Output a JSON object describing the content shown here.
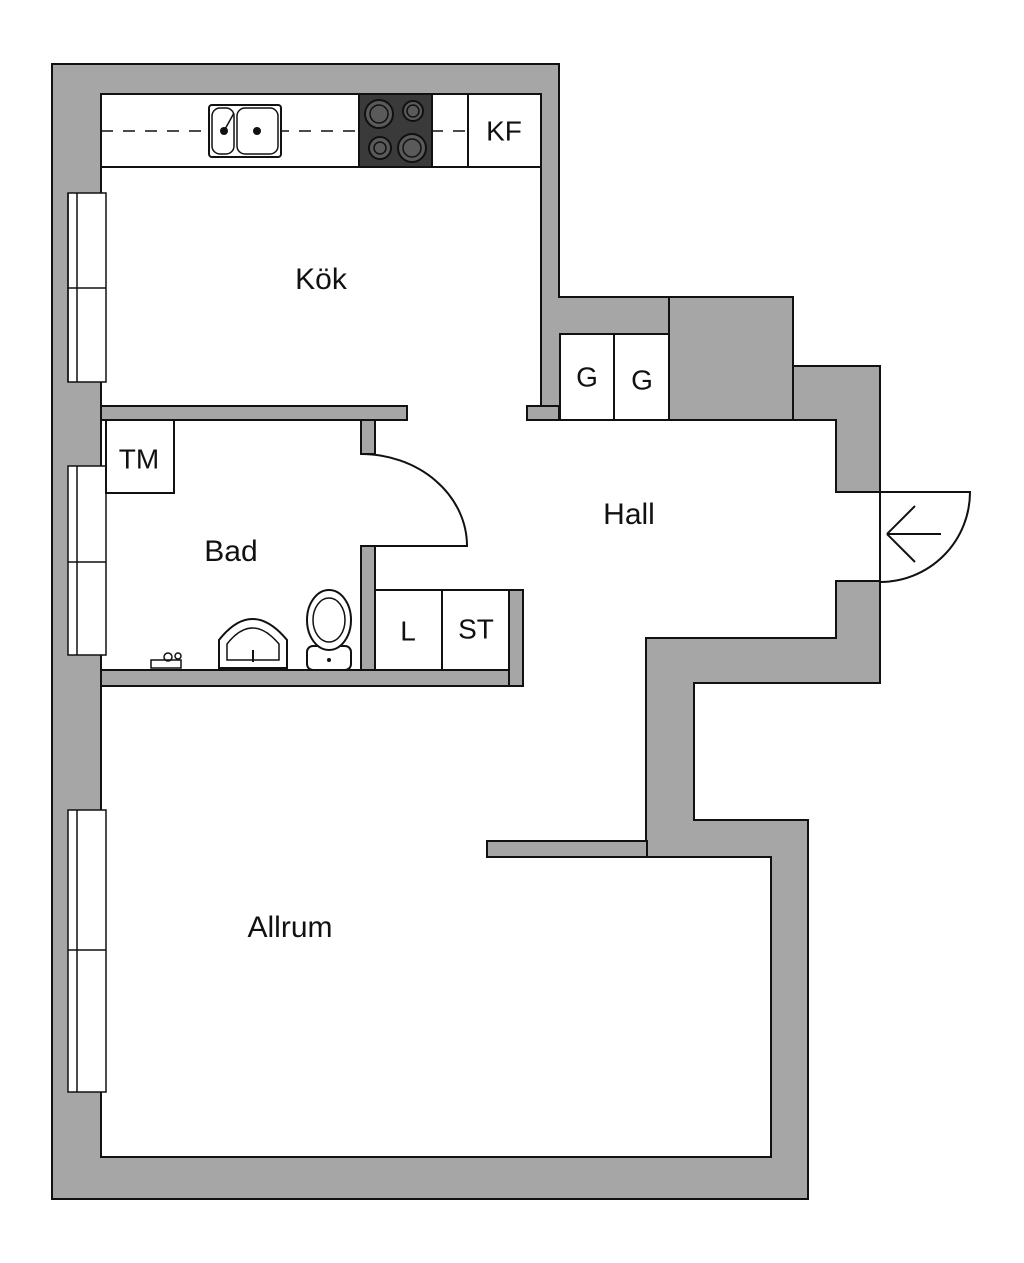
{
  "rooms": {
    "kitchen": "Kök",
    "bathroom": "Bad",
    "hall": "Hall",
    "living": "Allrum"
  },
  "fixtures": {
    "fridge_freezer": "KF",
    "wardrobe_1": "G",
    "wardrobe_2": "G",
    "washing_machine": "TM",
    "linen_closet": "L",
    "storage": "ST"
  },
  "colors": {
    "wall": "#a6a6a6",
    "stove": "#3a3a3a",
    "line": "#111111"
  }
}
